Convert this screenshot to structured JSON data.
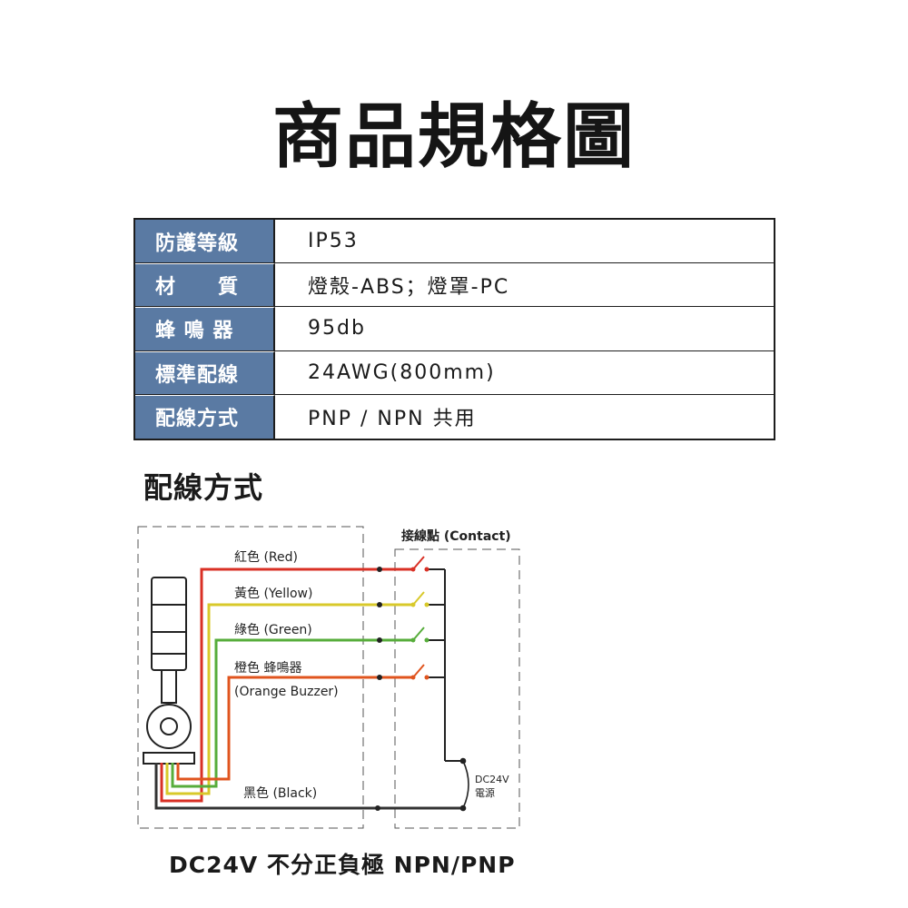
{
  "title": "商品規格圖",
  "specs": [
    {
      "label": "防護等級",
      "value": "IP53"
    },
    {
      "label": "材　　質",
      "value": "燈殼-ABS；燈罩-PC"
    },
    {
      "label": "蜂 鳴 器",
      "value": "95db"
    },
    {
      "label": "標準配線",
      "value": "24AWG(800mm)"
    },
    {
      "label": "配線方式",
      "value": "PNP / NPN 共用"
    }
  ],
  "section_title": "配線方式",
  "diagram": {
    "contact_label": "接線點 (Contact)",
    "wires": [
      {
        "label": "紅色 (Red)",
        "color": "#d93025"
      },
      {
        "label": "黃色 (Yellow)",
        "color": "#d8c92a"
      },
      {
        "label": "綠色 (Green)",
        "color": "#57ad3b"
      },
      {
        "label": "橙色 蜂鳴器",
        "sublabel": "(Orange Buzzer)",
        "color": "#e0541e"
      },
      {
        "label": "黑色 (Black)",
        "color": "#333333"
      }
    ],
    "power_label_1": "DC24V",
    "power_label_2": "電源"
  },
  "caption": "DC24V 不分正負極 NPN/PNP"
}
